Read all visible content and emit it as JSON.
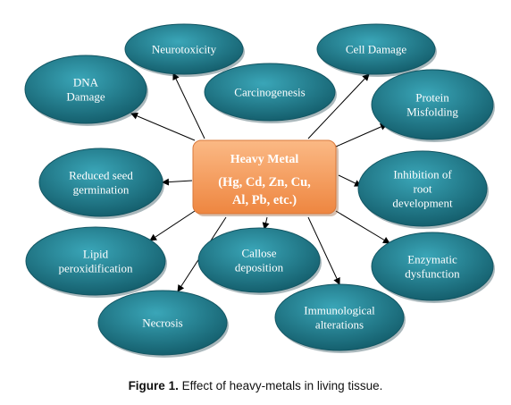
{
  "diagram": {
    "center": {
      "title": "Heavy Metal",
      "line1": "(Hg, Cd, Zn, Cu,",
      "line2": "Al, Pb, etc.)"
    },
    "nodes": [
      {
        "id": "neurotoxicity",
        "lines": [
          "Neurotoxicity"
        ]
      },
      {
        "id": "cell-damage",
        "lines": [
          "Cell Damage"
        ]
      },
      {
        "id": "dna-damage",
        "lines": [
          "DNA",
          "Damage"
        ]
      },
      {
        "id": "carcinogenesis",
        "lines": [
          "Carcinogenesis"
        ]
      },
      {
        "id": "protein-misfolding",
        "lines": [
          "Protein",
          "Misfolding"
        ]
      },
      {
        "id": "reduced-seed-germination",
        "lines": [
          "Reduced seed",
          "germination"
        ]
      },
      {
        "id": "inhibition-root-development",
        "lines": [
          "Inhibition of",
          "root",
          "development"
        ]
      },
      {
        "id": "lipid-peroxidification",
        "lines": [
          "Lipid",
          "peroxidification"
        ]
      },
      {
        "id": "callose-deposition",
        "lines": [
          "Callose",
          "deposition"
        ]
      },
      {
        "id": "enzymatic-dysfunction",
        "lines": [
          "Enzymatic",
          "dysfunction"
        ]
      },
      {
        "id": "necrosis",
        "lines": [
          "Necrosis"
        ]
      },
      {
        "id": "immunological-alterations",
        "lines": [
          "Immunological",
          "alterations"
        ]
      }
    ],
    "colors": {
      "node_fill": "#1e7c8e",
      "node_fill_dark": "#135663",
      "center_fill": "#f29a5a",
      "center_fill_light": "#fbc79a",
      "arrow": "#000000"
    }
  },
  "caption": {
    "label": "Figure 1.",
    "text": " Effect of heavy-metals in living tissue."
  }
}
